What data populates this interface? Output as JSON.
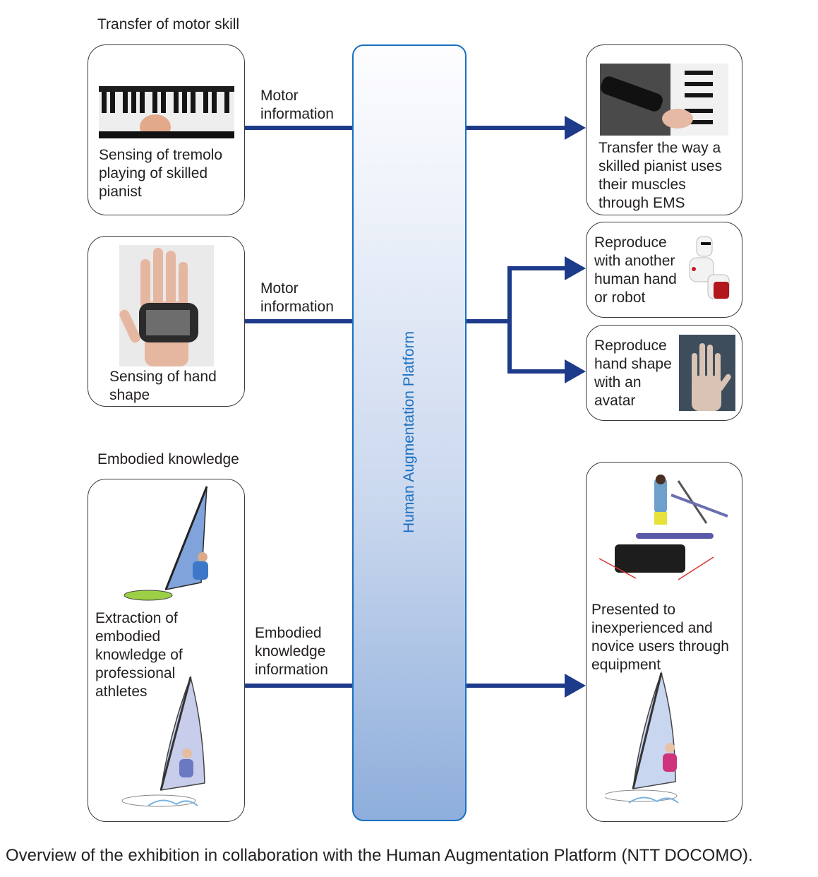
{
  "diagram": {
    "sections": {
      "motor_skill_title": "Transfer of motor skill",
      "embodied_title": "Embodied knowledge"
    },
    "platform": {
      "label": "Human Augmentation Platform",
      "border_color": "#1a6fc1"
    },
    "connector_color": "#1e3a8a",
    "left_boxes": [
      {
        "id": "tremolo",
        "text_lines": [
          "Sensing of tremolo",
          "playing of skilled",
          "pianist"
        ],
        "image": "piano-keyboard-hand-photo"
      },
      {
        "id": "hand-shape",
        "text_lines": [
          "Sensing of hand",
          "shape"
        ],
        "image": "sensor-glove-hand-photo"
      },
      {
        "id": "athletes",
        "text_lines": [
          "Extraction of",
          "embodied",
          "knowledge of",
          "professional",
          "athletes"
        ],
        "image": "windsurfer-illustrations"
      }
    ],
    "connector_labels": [
      {
        "lines": [
          "Motor",
          "information"
        ]
      },
      {
        "lines": [
          "Motor",
          "information"
        ]
      },
      {
        "lines": [
          "Embodied",
          "knowledge",
          "information"
        ]
      }
    ],
    "right_boxes": [
      {
        "id": "ems",
        "text_lines": [
          "Transfer the way a",
          "skilled pianist uses",
          "their muscles",
          "through EMS"
        ],
        "image": "ems-piano-photo"
      },
      {
        "id": "robot",
        "text_lines": [
          "Reproduce",
          "with another",
          "human hand",
          "or robot"
        ],
        "image": "robot-hand-photo"
      },
      {
        "id": "avatar",
        "text_lines": [
          "Reproduce",
          "hand shape",
          "with an",
          "avatar"
        ],
        "image": "avatar-hand-render"
      },
      {
        "id": "equipment",
        "text_lines": [
          "Presented to",
          "inexperienced and",
          "novice users through",
          "equipment"
        ],
        "image": "windsurf-simulator-and-novice"
      }
    ]
  },
  "caption": "Overview of the exhibition in collaboration with the Human Augmentation Platform (NTT DOCOMO)."
}
